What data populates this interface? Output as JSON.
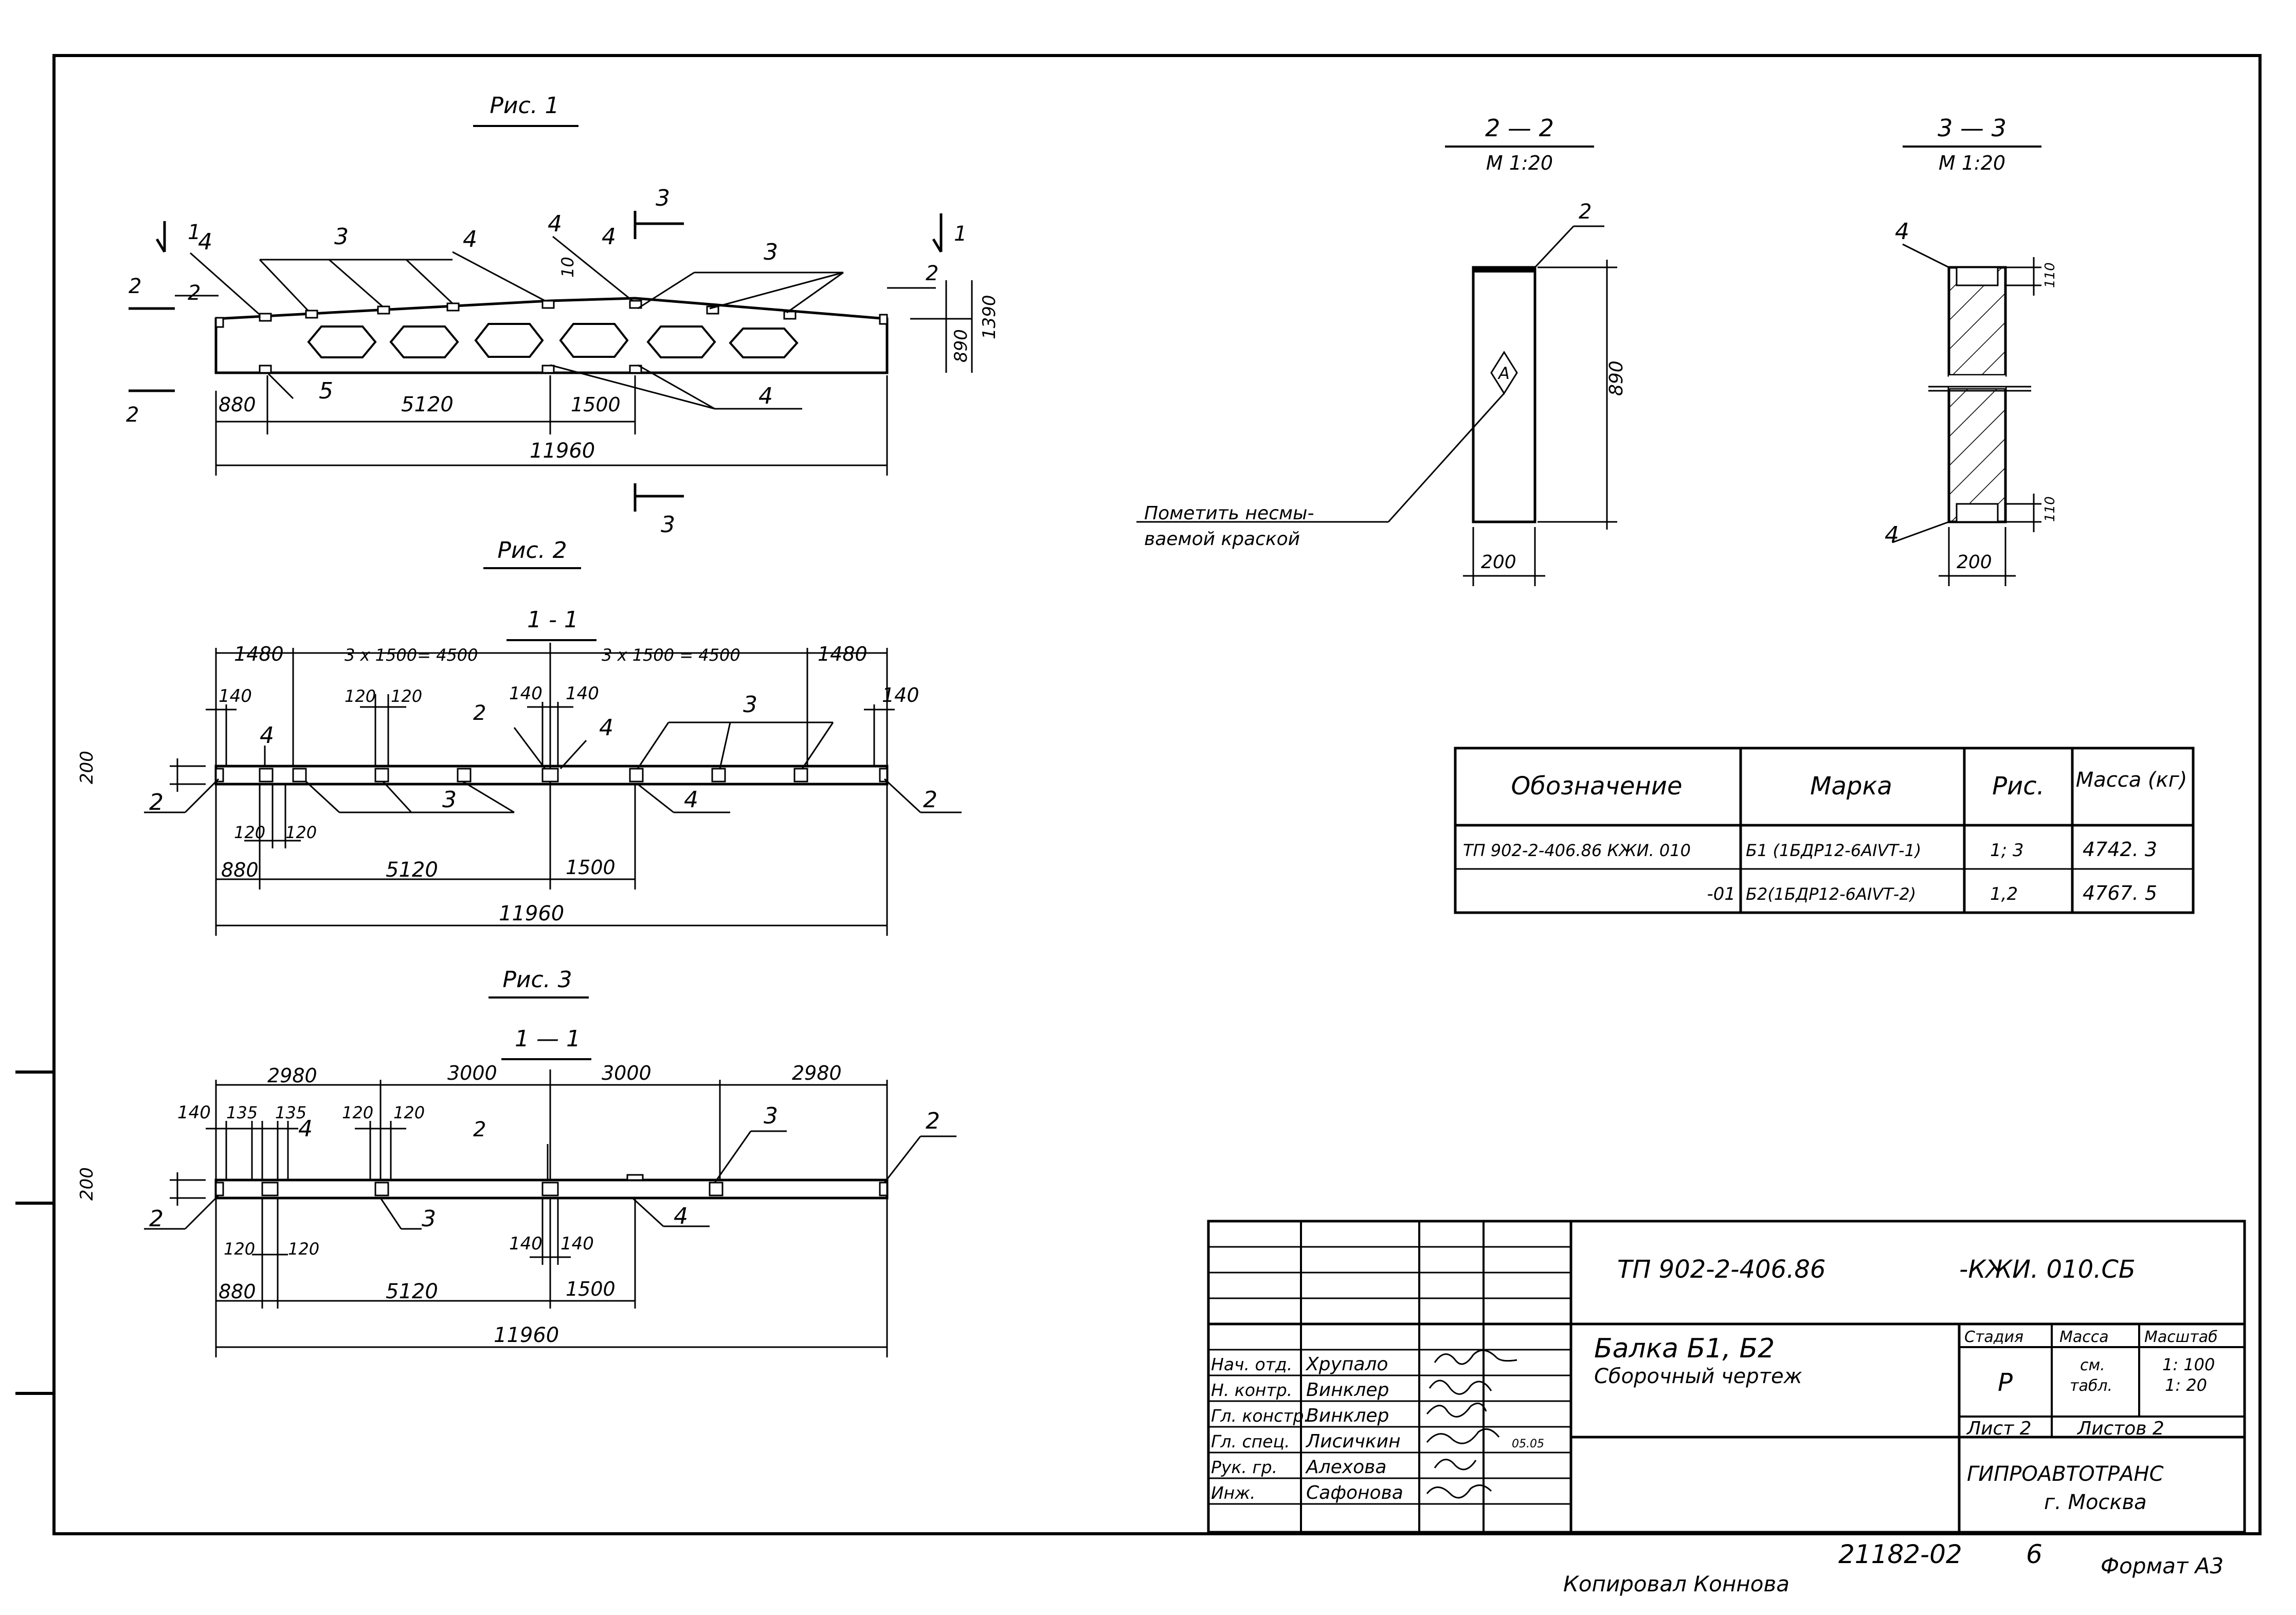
{
  "fig1": {
    "title": "Рис. 1",
    "labels": {
      "pos1a": "1",
      "pos1b": "1",
      "pos2a": "2",
      "pos2b": "2",
      "pos2c": "2",
      "pos2d": "2",
      "pos3a": "3",
      "pos3b": "3",
      "pos3c": "3",
      "pos3d": "3",
      "pos4a": "4",
      "pos4b": "4",
      "pos4c": "4",
      "pos4d": "4",
      "pos4e": "4",
      "pos5": "5"
    },
    "dims": {
      "d880": "880",
      "d5120": "5120",
      "d1500": "1500",
      "d11960": "11960",
      "d10": "10",
      "d890": "890",
      "d1390": "1390"
    }
  },
  "fig2": {
    "title": "Рис. 2",
    "section": "1 - 1",
    "dims": {
      "d1480a": "1480",
      "d3x1500a": "3 x 1500= 4500",
      "d3x1500b": "3 x 1500 = 4500",
      "d1480b": "1480",
      "d140a": "140",
      "d120a": "120",
      "d120b": "120",
      "d140b": "140",
      "d140c": "140",
      "d140d": "140",
      "d200": "200",
      "d120c": "120",
      "d120d": "120",
      "d880": "880",
      "d5120": "5120",
      "d1500": "1500",
      "d11960": "11960"
    },
    "labels": {
      "p4a": "4",
      "p2a": "2",
      "p4b": "4",
      "p3a": "3",
      "p2b": "2",
      "p3b": "3",
      "p4c": "4",
      "p2c": "2"
    }
  },
  "fig3": {
    "title": "Рис. 3",
    "section": "1 — 1",
    "dims": {
      "d2980a": "2980",
      "d3000a": "3000",
      "d3000b": "3000",
      "d2980b": "2980",
      "d140a": "140",
      "d135a": "135",
      "d135b": "135",
      "d120a": "120",
      "d120b": "120",
      "d200": "200",
      "d120c": "120",
      "d120d": "120",
      "d140b": "140",
      "d140c": "140",
      "d880": "880",
      "d5120": "5120",
      "d1500": "1500",
      "d11960": "11960"
    },
    "labels": {
      "p4a": "4",
      "p2a": "2",
      "p3a": "3",
      "p2b": "2",
      "p2c": "2",
      "p3b": "3",
      "p4b": "4"
    }
  },
  "sec22": {
    "title": "2 — 2",
    "scale": "М 1:20",
    "pos2": "2",
    "dim890": "890",
    "dim200": "200",
    "marker": "А",
    "note1": "Пометить несмы-",
    "note2": "ваемой краской"
  },
  "sec33": {
    "title": "3 — 3",
    "scale": "М 1:20",
    "pos4a": "4",
    "pos4b": "4",
    "dim110a": "110",
    "dim110b": "110",
    "dim200": "200"
  },
  "table": {
    "headers": [
      "Обозначение",
      "Марка",
      "Рис.",
      "Масса (кг)"
    ],
    "rows": [
      [
        "ТП 902-2-406.86 КЖИ. 010",
        "Б1 (1БДР12-6АIVТ-1)",
        "1; 3",
        "4742. 3"
      ],
      [
        "-01",
        "Б2(1БДР12-6АIVТ-2)",
        "1,2",
        "4767. 5"
      ]
    ]
  },
  "stamp": {
    "code": "ТП 902-2-406.86",
    "code2": "-КЖИ. 010.СБ",
    "title1": "Балка Б1, Б2",
    "title2": "Сборочный чертеж",
    "stage_h": "Стадия",
    "mass_h": "Масса",
    "scale_h": "Масштаб",
    "stage": "Р",
    "mass1": "см.",
    "mass2": "табл.",
    "scale1": "1: 100",
    "scale2": "1: 20",
    "sheet": "Лист 2",
    "sheets": "Листов 2",
    "org1": "ГИПРОАВТОТРАНС",
    "org2": "г. Москва",
    "roles": [
      "Нач. отд.",
      "Н. контр.",
      "Гл. констр.",
      "Гл. спец.",
      "Рук. гр.",
      "Инж."
    ],
    "names": [
      "Хрупало",
      "Винклер",
      "Винклер",
      "Лисичкин",
      "Алехова",
      "Сафонова"
    ],
    "sigdate": "05.05"
  },
  "footer": {
    "copied": "Копировал Коннова",
    "inv": "21182-02",
    "sheet": "6",
    "format": "Формат А3"
  }
}
